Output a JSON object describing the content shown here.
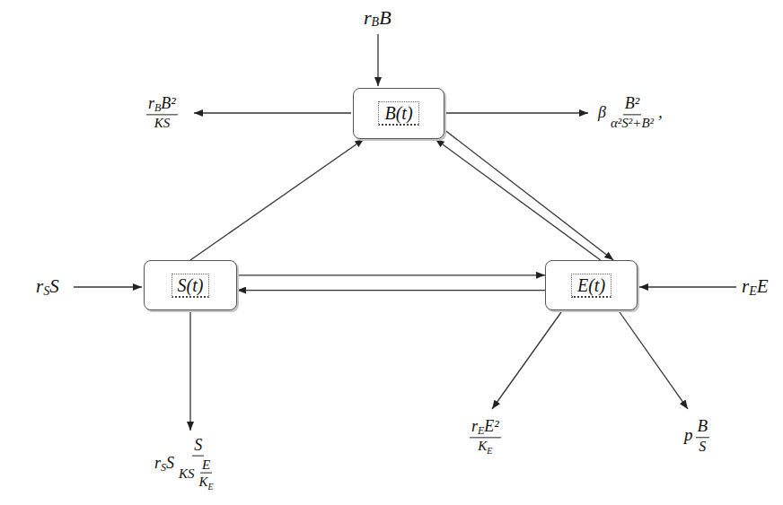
{
  "diagram": {
    "nodes": [
      {
        "text": [
          "B(t)"
        ]
      },
      {
        "text": [
          "S(t)"
        ]
      },
      {
        "text": [
          "E(t)"
        ]
      }
    ],
    "edges": [
      {
        "from": 1,
        "to": 0,
        "arrow": "to"
      },
      {
        "from": 0,
        "to": 2,
        "arrow": "to"
      },
      {
        "from": 2,
        "to": 0,
        "arrow": "to"
      },
      {
        "from": 1,
        "to": 2,
        "arrow": "to"
      },
      {
        "from": 2,
        "to": 1,
        "arrow": "to"
      }
    ],
    "labels": [
      "r",
      "B",
      "B",
      "r",
      "B",
      "B²",
      "KS",
      "β",
      "B²",
      "α²S²+B²",
      ",",
      "r",
      "S",
      "S",
      "r",
      "E",
      "E",
      "r",
      "S",
      "S",
      "S",
      "KS",
      "E",
      "K",
      "E",
      "r",
      "E",
      "E²",
      "K",
      "E",
      "p",
      "B",
      "S"
    ]
  }
}
